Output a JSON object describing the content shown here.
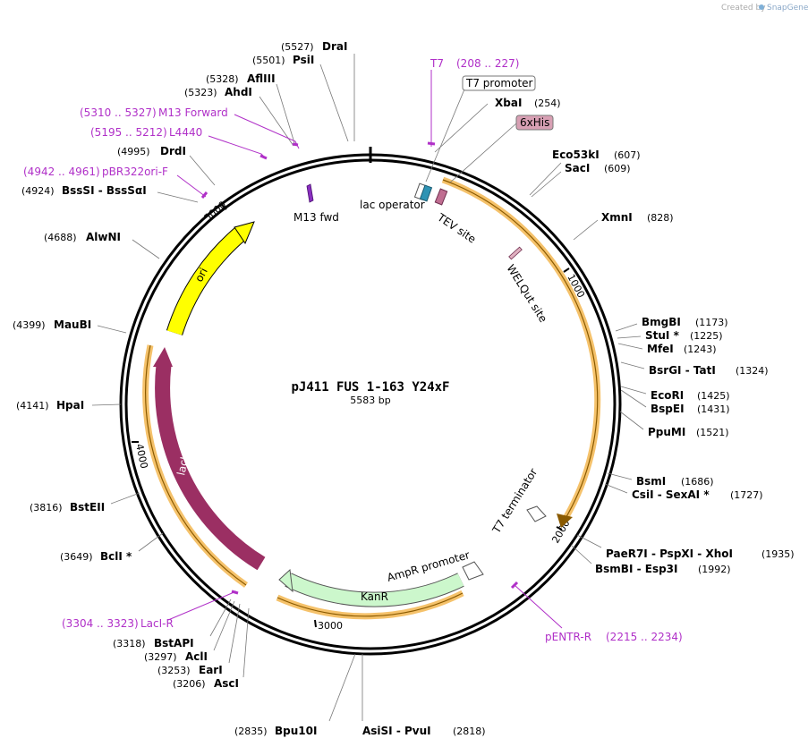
{
  "credit": {
    "prefix": "Created by",
    "brand": "SnapGene"
  },
  "plasmid": {
    "name": "pJ411 FUS 1-163 Y24xF",
    "size_label": "5583 bp",
    "length": 5583
  },
  "ticks": [
    "1000",
    "2000",
    "3000",
    "4000",
    "5000"
  ],
  "enzymes": [
    {
      "pos": "(5527)",
      "name": "DraI"
    },
    {
      "pos": "(5501)",
      "name": "PsiI"
    },
    {
      "pos": "(5328)",
      "name": "AflIII"
    },
    {
      "pos": "(5323)",
      "name": "AhdI"
    },
    {
      "pos": "(4995)",
      "name": "DrdI"
    },
    {
      "pos": "(4924)",
      "name": "BssSI  -  BssSαI"
    },
    {
      "pos": "(4688)",
      "name": "AlwNI"
    },
    {
      "pos": "(4399)",
      "name": "MauBI"
    },
    {
      "pos": "(4141)",
      "name": "HpaI"
    },
    {
      "pos": "(3816)",
      "name": "BstEII"
    },
    {
      "pos": "(3649)",
      "name": "BclI *"
    },
    {
      "pos": "(3318)",
      "name": "BstAPI"
    },
    {
      "pos": "(3297)",
      "name": "AclI"
    },
    {
      "pos": "(3253)",
      "name": "EarI"
    },
    {
      "pos": "(3206)",
      "name": "AscI"
    },
    {
      "pos": "(2835)",
      "name": "Bpu10I"
    },
    {
      "pos": "(2818)",
      "name": "AsiSI  -  PvuI"
    },
    {
      "pos": "(254)",
      "name": "XbaI"
    },
    {
      "pos": "(607)",
      "name": "Eco53kI"
    },
    {
      "pos": "(609)",
      "name": "SacI"
    },
    {
      "pos": "(828)",
      "name": "XmnI"
    },
    {
      "pos": "(1173)",
      "name": "BmgBI"
    },
    {
      "pos": "(1225)",
      "name": "StuI *"
    },
    {
      "pos": "(1243)",
      "name": "MfeI"
    },
    {
      "pos": "(1324)",
      "name": "BsrGI  -  TatI"
    },
    {
      "pos": "(1425)",
      "name": "EcoRI"
    },
    {
      "pos": "(1431)",
      "name": "BspEI"
    },
    {
      "pos": "(1521)",
      "name": "PpuMI"
    },
    {
      "pos": "(1686)",
      "name": "BsmI"
    },
    {
      "pos": "(1727)",
      "name": "CsiI  -  SexAI *"
    },
    {
      "pos": "(1935)",
      "name": "PaeR7I  -  PspXI  -  XhoI"
    },
    {
      "pos": "(1992)",
      "name": "BsmBI  -  Esp3I"
    }
  ],
  "primers": [
    {
      "name": "T7",
      "range": "(208 .. 227)"
    },
    {
      "name": "M13 Forward",
      "range": "(5310 .. 5327)"
    },
    {
      "name": "L4440",
      "range": "(5195 .. 5212)"
    },
    {
      "name": "pBR322ori-F",
      "range": "(4942 .. 4961)"
    },
    {
      "name": "LacI-R",
      "range": "(3304 .. 3323)"
    },
    {
      "name": "pENTR-R",
      "range": "(2215 .. 2234)"
    }
  ],
  "boxed_labels": {
    "t7_promoter": "T7 promoter",
    "his_tag": "6xHis"
  },
  "features": {
    "m13_fwd": "M13 fwd",
    "lac_operator": "lac operator",
    "tev_site": "TEV site",
    "welqut_site": "WELQut site",
    "t7_terminator": "T7 terminator",
    "ampr_promoter": "AmpR promoter",
    "kanr": "KanR",
    "laci": "lacI",
    "ori": "ori"
  },
  "colors": {
    "backbone": "#000000",
    "orf": "#f5c26b",
    "ori": "#ffff00",
    "laci": "#9b2f63",
    "kanr": "#ccf7cc",
    "primer": "#b030c8",
    "his_box": "#d8a0b4",
    "lac_op": "#2e93b4",
    "tev": "#c06e91"
  }
}
